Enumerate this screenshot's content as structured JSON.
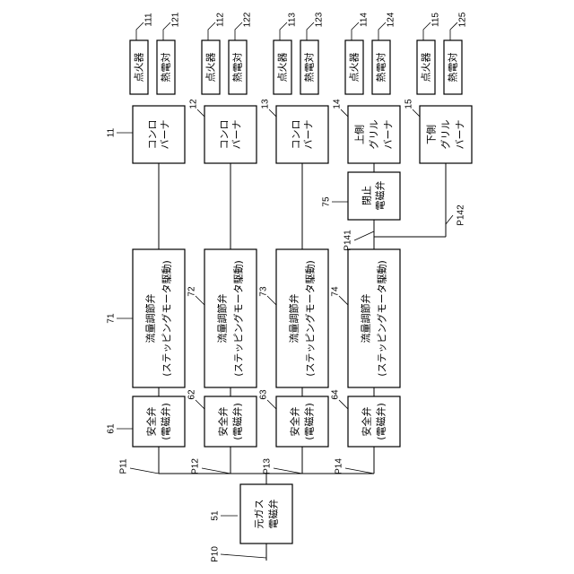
{
  "components": {
    "igniter_111": {
      "label": "点火器",
      "ref": "111"
    },
    "thermo_121": {
      "label": "熱電対",
      "ref": "121"
    },
    "igniter_112": {
      "label": "点火器",
      "ref": "112"
    },
    "thermo_122": {
      "label": "熱電対",
      "ref": "122"
    },
    "igniter_113": {
      "label": "点火器",
      "ref": "113"
    },
    "thermo_123": {
      "label": "熱電対",
      "ref": "123"
    },
    "igniter_114": {
      "label": "点火器",
      "ref": "114"
    },
    "thermo_124": {
      "label": "熱電対",
      "ref": "124"
    },
    "igniter_115": {
      "label": "点火器",
      "ref": "115"
    },
    "thermo_125": {
      "label": "熱電対",
      "ref": "125"
    },
    "burner_11": {
      "lines": [
        "コンロ",
        "バーナ"
      ],
      "ref": "11"
    },
    "burner_12": {
      "lines": [
        "コンロ",
        "バーナ"
      ],
      "ref": "12"
    },
    "burner_13": {
      "lines": [
        "コンロ",
        "バーナ"
      ],
      "ref": "13"
    },
    "burner_14": {
      "lines": [
        "上側",
        "グリル",
        "バーナ"
      ],
      "ref": "14"
    },
    "burner_15": {
      "lines": [
        "下側",
        "グリル",
        "バーナ"
      ],
      "ref": "15"
    },
    "closing_valve_75": {
      "lines": [
        "閉止",
        "電磁弁"
      ],
      "ref": "75"
    },
    "flow_valve_71": {
      "lines": [
        "流量調節弁",
        "(ステッピングモータ駆動)"
      ],
      "ref": "71"
    },
    "flow_valve_72": {
      "lines": [
        "流量調節弁",
        "(ステッピングモータ駆動)"
      ],
      "ref": "72"
    },
    "flow_valve_73": {
      "lines": [
        "流量調節弁",
        "(ステッピングモータ駆動)"
      ],
      "ref": "73"
    },
    "flow_valve_74": {
      "lines": [
        "流量調節弁",
        "(ステッピングモータ駆動)"
      ],
      "ref": "74"
    },
    "safety_valve_61": {
      "lines": [
        "安全弁",
        "(電磁弁)"
      ],
      "ref": "61"
    },
    "safety_valve_62": {
      "lines": [
        "安全弁",
        "(電磁弁)"
      ],
      "ref": "62"
    },
    "safety_valve_63": {
      "lines": [
        "安全弁",
        "(電磁弁)"
      ],
      "ref": "63"
    },
    "safety_valve_64": {
      "lines": [
        "安全弁",
        "(電磁弁)"
      ],
      "ref": "64"
    },
    "main_valve_51": {
      "lines": [
        "元ガス",
        "電磁弁"
      ],
      "ref": "51"
    }
  },
  "pipes": {
    "p10": "P10",
    "p11": "P11",
    "p12": "P12",
    "p13": "P13",
    "p14": "P14",
    "p141": "P141",
    "p142": "P142"
  }
}
